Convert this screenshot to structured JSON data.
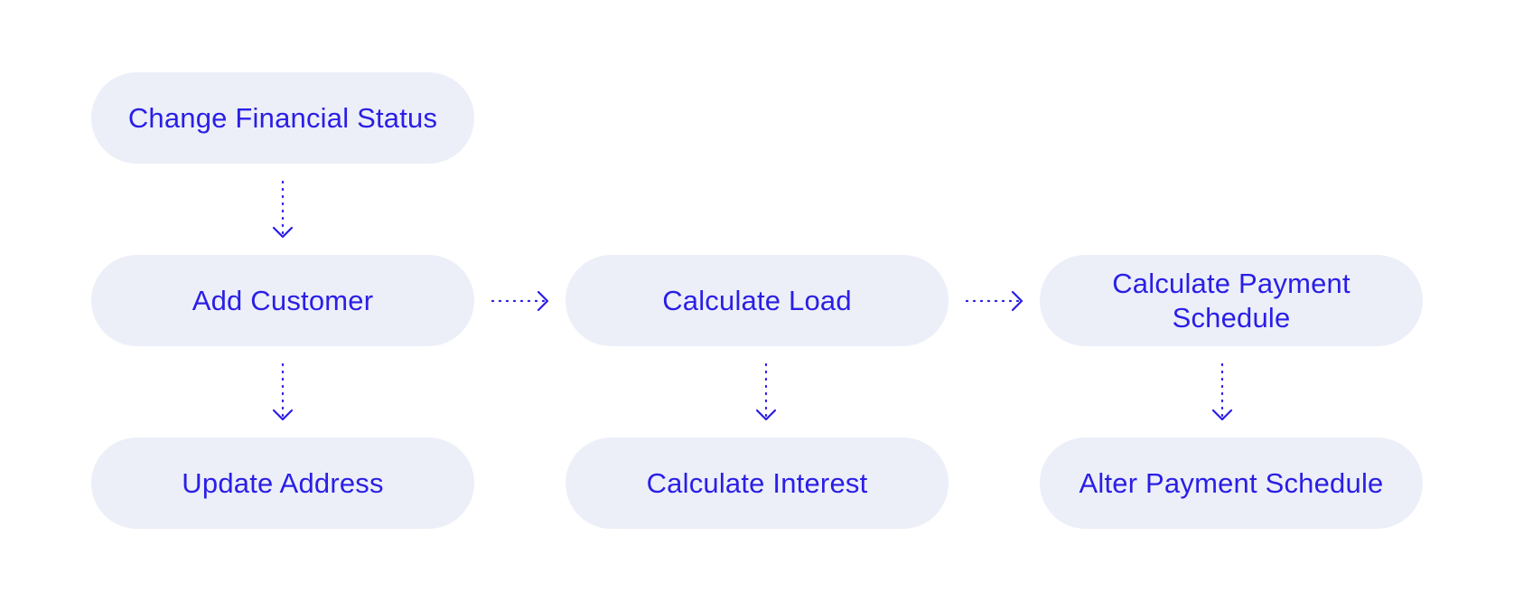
{
  "diagram": {
    "accent_color": "#2a1ee6",
    "node_fill": "#eceff8",
    "nodes": {
      "change_financial_status": "Change Financial Status",
      "add_customer": "Add Customer",
      "update_address": "Update Address",
      "calculate_load": "Calculate Load",
      "calculate_interest": "Calculate Interest",
      "calculate_payment_schedule": "Calculate Payment\nSchedule",
      "alter_payment_schedule": "Alter Payment Schedule"
    },
    "edges": [
      {
        "from": "change_financial_status",
        "to": "add_customer",
        "style": "dotted"
      },
      {
        "from": "add_customer",
        "to": "calculate_load",
        "style": "dotted"
      },
      {
        "from": "calculate_load",
        "to": "calculate_payment_schedule",
        "style": "dotted"
      },
      {
        "from": "add_customer",
        "to": "update_address",
        "style": "dotted"
      },
      {
        "from": "calculate_load",
        "to": "calculate_interest",
        "style": "dotted"
      },
      {
        "from": "calculate_payment_schedule",
        "to": "alter_payment_schedule",
        "style": "dotted"
      }
    ]
  }
}
